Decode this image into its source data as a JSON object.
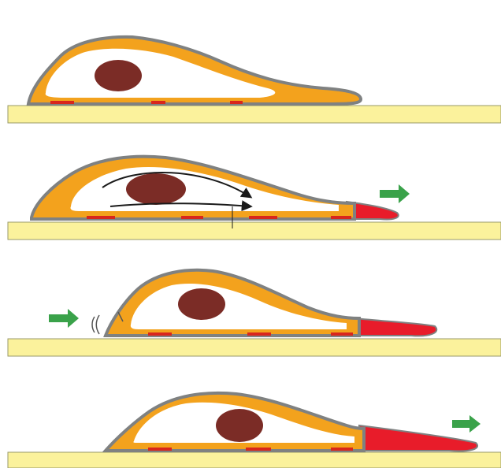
{
  "figure": {
    "panels": [
      {
        "id": "stage-1-resting-cell",
        "flow_arrows": false,
        "forward_arrow": false,
        "rear_arrow": false,
        "protrusion": "none"
      },
      {
        "id": "stage-2-protrusion",
        "flow_arrows": true,
        "forward_arrow": true,
        "rear_arrow": false,
        "protrusion": "short"
      },
      {
        "id": "stage-3-rear-contraction",
        "flow_arrows": false,
        "forward_arrow": false,
        "rear_arrow": true,
        "protrusion": "medium"
      },
      {
        "id": "stage-4-extended-protrusion",
        "flow_arrows": false,
        "forward_arrow": true,
        "rear_arrow": false,
        "protrusion": "long"
      }
    ],
    "colors": {
      "substrate": "#fbf29c",
      "substrate_edge": "#9a9a6a",
      "cortex": "#f3a21d",
      "membrane": "#7f8181",
      "cytoplasm": "#ffffff",
      "nucleus": "#7b2c26",
      "adhesion": "#d8261d",
      "protrusion": "#e81c2a",
      "motion_arrow": "#3aa24a",
      "flow_arrow": "#1a1a1a"
    }
  }
}
